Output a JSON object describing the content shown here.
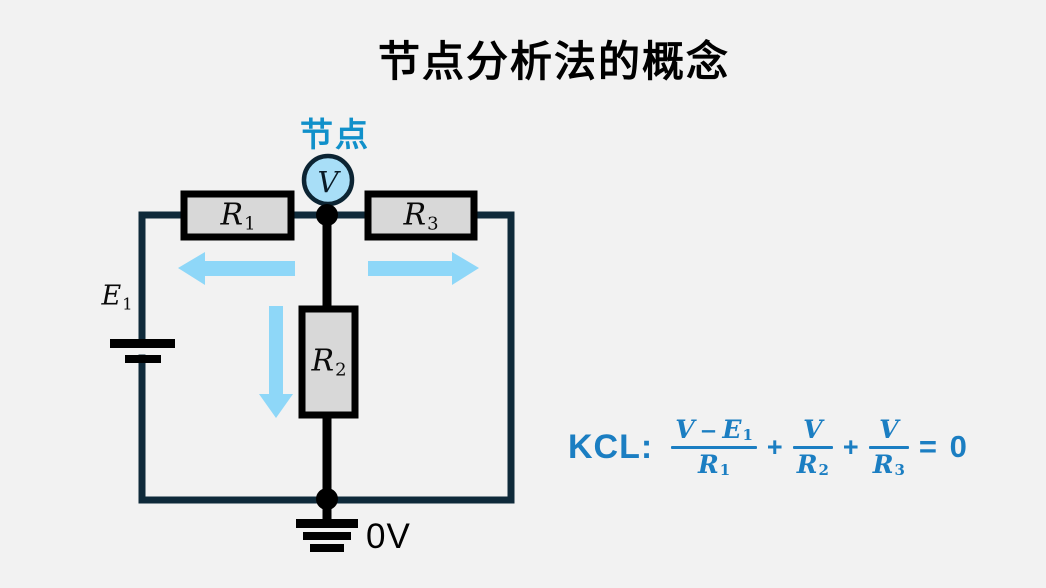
{
  "title": "节点分析法的概念",
  "node": {
    "label": "节点",
    "symbol": "V"
  },
  "components": {
    "r1": {
      "name": "R",
      "sub": "1"
    },
    "r2": {
      "name": "R",
      "sub": "2"
    },
    "r3": {
      "name": "R",
      "sub": "3"
    },
    "battery": {
      "name": "E",
      "sub": "1"
    },
    "ground_label": "0V"
  },
  "equation": {
    "prefix": "KCL:",
    "plus": "+",
    "suffix": "= 0",
    "frac1": {
      "num_a": "V",
      "minus": "−",
      "num_b": "E",
      "num_b_sub": "1",
      "den": "R",
      "den_sub": "1"
    },
    "frac2": {
      "num": "V",
      "den": "R",
      "den_sub": "2"
    },
    "frac3": {
      "num": "V",
      "den": "R",
      "den_sub": "3"
    }
  },
  "colors": {
    "background": "#f2f2f2",
    "wire_navy": "#0f2a3a",
    "component_black": "#000000",
    "resistor_fill": "#d8d8d8",
    "node_circle_fill": "#a8def7",
    "node_circle_border": "#0c2433",
    "arrow_blue": "#8ed7f8",
    "node_label_blue": "#1090ca",
    "equation_blue": "#1b7ec2"
  }
}
